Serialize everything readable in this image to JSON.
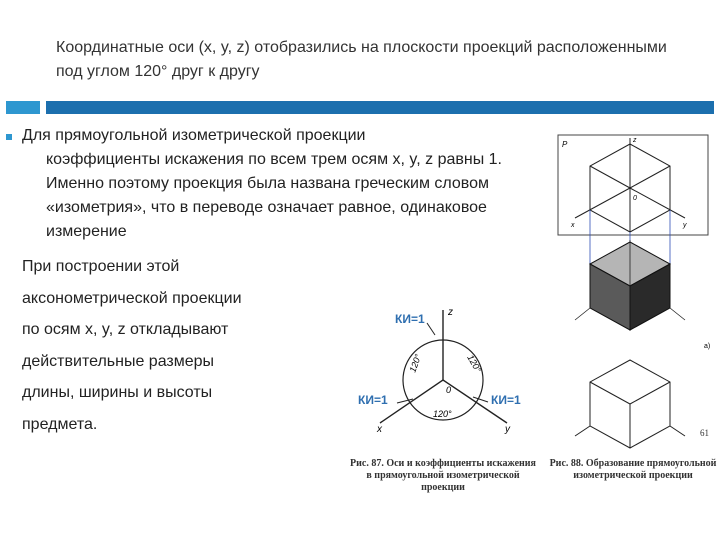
{
  "slide": {
    "title": "Координатные оси (x, y, z) отобразились на плоскости проекций расположенными под углом 120° друг к другу",
    "accent_color": "#2e97d0",
    "bar_color": "#1c6fae",
    "para_first": "Для прямоугольной изометрической проекции",
    "para_rest": "коэффициенты искажения по всем трем осям x, y, z равны 1. Именно поэтому проекция была названа греческим словом «изометрия», что в переводе означает равное, одинаковое измерение",
    "lines": [
      " При построении этой",
      "аксонометрической проекции",
      "по осям x, y, z откладывают",
      "действительные размеры",
      "длины, ширины и высоты",
      "предмета."
    ]
  },
  "figure87": {
    "ki_top": "КИ=1",
    "ki_left": "КИ=1",
    "ki_right": "КИ=1",
    "angle_left": "120°",
    "angle_right": "120°",
    "angle_bottom": "120°",
    "axis_z": "z",
    "axis_x": "x",
    "axis_y": "y",
    "origin": "0",
    "caption": "Рис. 87. Оси и коэффициенты искажения в прямоугольной изометрической проекции"
  },
  "figure88": {
    "label_p": "P",
    "axis_z": "z",
    "axis_x": "x",
    "axis_y": "y",
    "origin": "0",
    "label_a": "а)",
    "page_num": "61",
    "caption": "Рис. 88. Образование прямоугольной изометрической проекции"
  }
}
